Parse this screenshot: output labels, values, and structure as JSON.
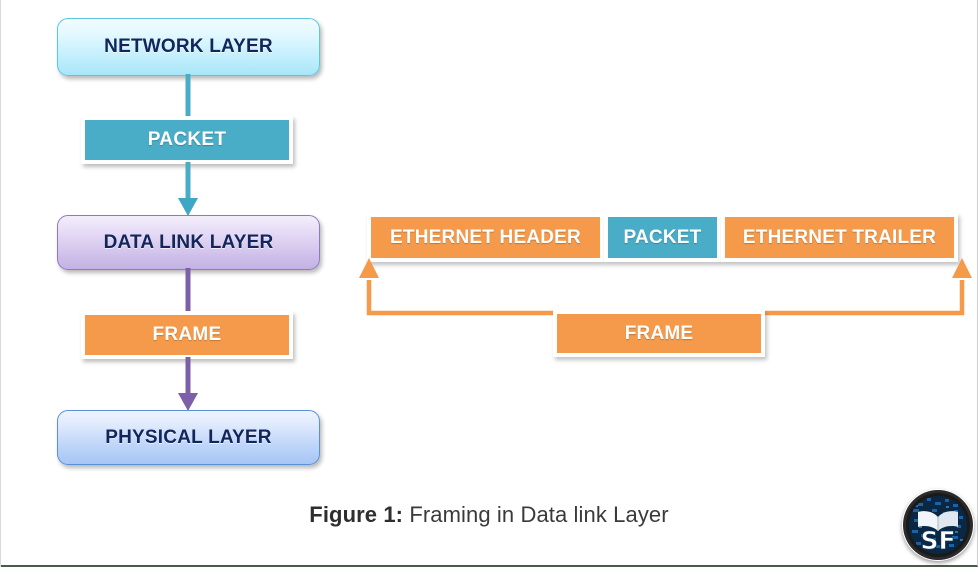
{
  "figure": {
    "caption_label": "Figure 1:",
    "caption_text": "Framing in Data link Layer"
  },
  "colors": {
    "packet_teal": "#4aadc8",
    "frame_orange": "#f59a4b",
    "network_layer_blue": "#bfeefc",
    "data_link_layer_purple": "#cfc0ea",
    "physical_layer_blue": "#b9d2f8",
    "caption_text": "#3a3a3a",
    "layer_label_navy": "#12265c"
  },
  "stack": {
    "layers": [
      {
        "id": "network",
        "label": "NETWORK LAYER"
      },
      {
        "id": "data-link",
        "label": "DATA LINK LAYER"
      },
      {
        "id": "physical",
        "label": "PHYSICAL LAYER"
      }
    ],
    "pdus": [
      {
        "id": "packet",
        "label": "PACKET",
        "color": "#4aadc8"
      },
      {
        "id": "frame",
        "label": "FRAME",
        "color": "#f59a4b"
      }
    ],
    "connectors": [
      {
        "id": "network-to-packet",
        "color": "#4aadc8",
        "direction": "down"
      },
      {
        "id": "packet-to-data-link",
        "color": "#4aadc8",
        "direction": "down"
      },
      {
        "id": "data-link-to-frame",
        "color": "#7d5fa8",
        "direction": "down"
      },
      {
        "id": "frame-to-physical",
        "color": "#7d5fa8",
        "direction": "down"
      }
    ]
  },
  "frame_structure": {
    "segments": [
      {
        "id": "ethernet-header",
        "label": "ETHERNET HEADER",
        "color": "#f59a4b"
      },
      {
        "id": "packet",
        "label": "PACKET",
        "color": "#4aadc8"
      },
      {
        "id": "ethernet-trailer",
        "label": "ETHERNET TRAILER",
        "color": "#f59a4b"
      }
    ],
    "bracket": {
      "label": "FRAME",
      "color": "#f59a4b"
    }
  },
  "logo": {
    "name": "sf-logo",
    "initials": "SF",
    "icon": "open-book-icon"
  }
}
